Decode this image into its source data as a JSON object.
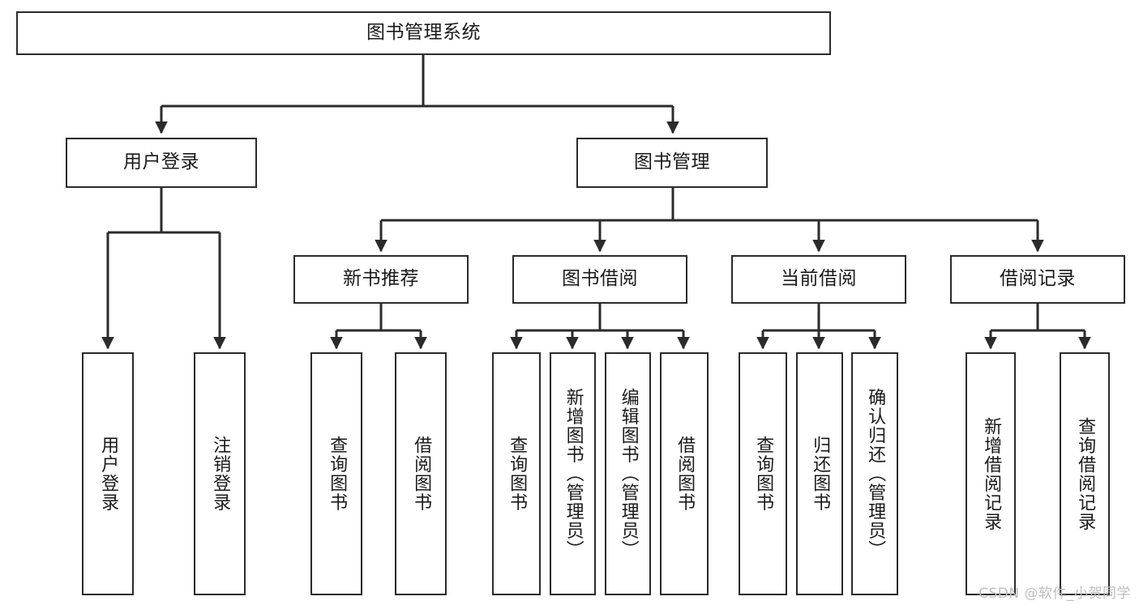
{
  "diagram": {
    "title": "图书管理系统",
    "watermark": "CSDN @软件_小贺同学",
    "colors": {
      "stroke": "#2b2b2b",
      "fill": "#ffffff",
      "text": "#1a1a1a",
      "watermark": "#bdbdbd"
    },
    "levels": {
      "root": {
        "label": "图书管理系统"
      },
      "level2": [
        {
          "label": "用户登录"
        },
        {
          "label": "图书管理"
        }
      ],
      "level3": [
        {
          "label": "新书推荐"
        },
        {
          "label": "图书借阅"
        },
        {
          "label": "当前借阅"
        },
        {
          "label": "借阅记录"
        }
      ],
      "leaves": {
        "user_login": [
          {
            "label": "用户登录"
          },
          {
            "label": "注销登录"
          }
        ],
        "new_book_recommend": [
          {
            "label": "查询图书"
          },
          {
            "label": "借阅图书"
          }
        ],
        "book_borrow": [
          {
            "label": "查询图书"
          },
          {
            "label": "新增图书（管理员）"
          },
          {
            "label": "编辑图书（管理员）"
          },
          {
            "label": "借阅图书"
          }
        ],
        "current_borrow": [
          {
            "label": "查询图书"
          },
          {
            "label": "归还图书"
          },
          {
            "label": "确认归还（管理员）"
          }
        ],
        "borrow_record": [
          {
            "label": "新增借阅记录"
          },
          {
            "label": "查询借阅记录"
          }
        ]
      }
    }
  }
}
